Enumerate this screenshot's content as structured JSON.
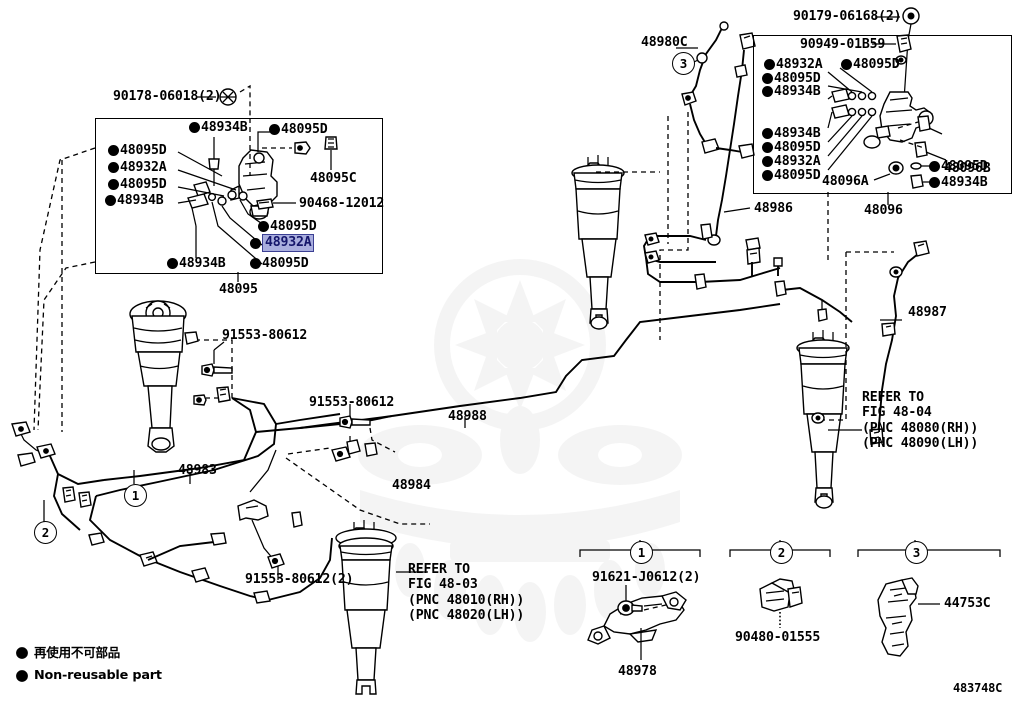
{
  "diagram": {
    "id_code": "483748C",
    "legend": {
      "japanese": "再使用不可部品",
      "english": "Non-reusable part"
    }
  },
  "left_callout": {
    "box_label": "48095",
    "external_fastener": "90178-06018(2)",
    "items": [
      {
        "label": "48934B",
        "bullet": true
      },
      {
        "label": "48095D",
        "bullet": true
      },
      {
        "label": "48095D",
        "bullet": true
      },
      {
        "label": "48932A",
        "bullet": true
      },
      {
        "label": "48095D",
        "bullet": true
      },
      {
        "label": "48934B",
        "bullet": true
      },
      {
        "label": "48095C",
        "bullet": false
      },
      {
        "label": "90468-12012",
        "bullet": false
      },
      {
        "label": "48095D",
        "bullet": true
      },
      {
        "label": "48932A",
        "bullet": true,
        "highlighted": true
      },
      {
        "label": "48934B",
        "bullet": true
      },
      {
        "label": "48095D",
        "bullet": true
      }
    ]
  },
  "right_callout": {
    "box_label": "48096",
    "external_fastener": "90179-06168(2)",
    "clip_part": "90949-01B59",
    "items": [
      {
        "label": "48932A",
        "bullet": true
      },
      {
        "label": "48095D",
        "bullet": true
      },
      {
        "label": "48095D",
        "bullet": true
      },
      {
        "label": "48934B",
        "bullet": true
      },
      {
        "label": "48934B",
        "bullet": true
      },
      {
        "label": "48095D",
        "bullet": true
      },
      {
        "label": "48932A",
        "bullet": true
      },
      {
        "label": "48095D",
        "bullet": true
      },
      {
        "label": "48096A",
        "bullet": false
      },
      {
        "label": "48096B",
        "bullet": false
      },
      {
        "label": "48095D",
        "bullet": true
      },
      {
        "label": "48934B",
        "bullet": true
      }
    ]
  },
  "main_labels": {
    "sensor_rear": "48980C",
    "hose_48986": "48986",
    "hose_48987": "48987",
    "tube_48988": "48988",
    "tube_48984": "48984",
    "tube_48983": "48983",
    "bolt_left_upper": "91553-80612",
    "bolt_center": "91553-80612",
    "bolt_lower": "91553-80612(2)"
  },
  "refer_blocks": {
    "front": "REFER TO\nFIG 48-03\n(PNC 48010(RH))\n(PNC 48020(LH))",
    "rear": "REFER TO\nFIG 48-04\n(PNC 48080(RH))\n(PNC 48090(LH))"
  },
  "bottom_legend": [
    {
      "number": "1",
      "parts": [
        "91621-J0612(2)",
        "48978"
      ]
    },
    {
      "number": "2",
      "parts": [
        "90480-01555"
      ]
    },
    {
      "number": "3",
      "parts": [
        "44753C"
      ]
    }
  ],
  "inline_markers": [
    {
      "number": "1"
    },
    {
      "number": "2"
    },
    {
      "number": "3"
    }
  ],
  "colors": {
    "ink": "#000000",
    "highlight_fill": "#a9aede",
    "highlight_border": "#3b3f93",
    "highlight_text": "#15166b",
    "watermark": "#d8d8d8"
  }
}
